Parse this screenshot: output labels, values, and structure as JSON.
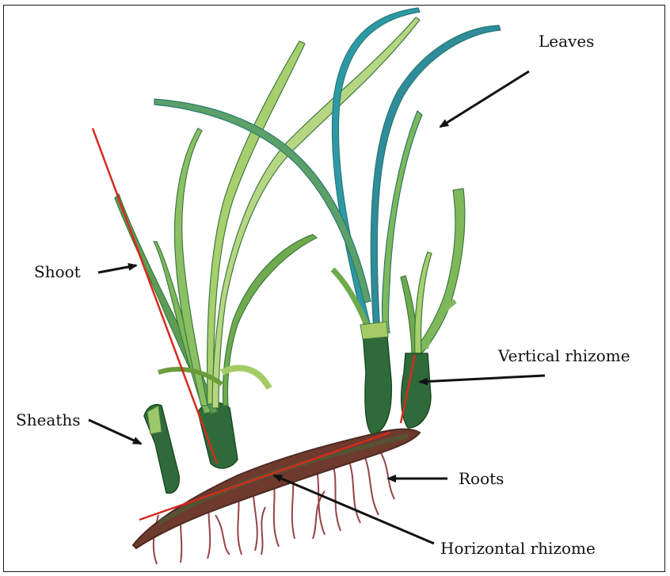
{
  "labels": {
    "leaves": "Leaves",
    "shoot": "Shoot",
    "sheaths": "Sheaths",
    "vertical_rhizome": "Vertical rhizome",
    "roots": "Roots",
    "horizontal_rhizome": "Horizontal rhizome"
  },
  "colors": {
    "leaf_light": "#a9cf6e",
    "leaf_mid": "#6faa4e",
    "leaf_dark": "#2f7a4d",
    "leaf_teal": "#2c9aa6",
    "sheath": "#2f6b3a",
    "rhizome": "#7d3a2a",
    "root": "#8a2f35",
    "red_line": "#d42a1e",
    "arrow": "#111111"
  }
}
